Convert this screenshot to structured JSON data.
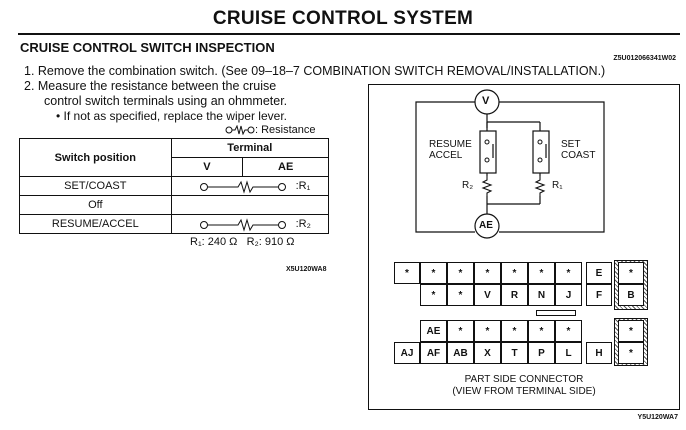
{
  "header": {
    "title": "CRUISE CONTROL SYSTEM",
    "section": "CRUISE CONTROL SWITCH INSPECTION",
    "code": "Z5U012066341W02"
  },
  "steps": [
    "1. Remove the combination switch. (See 09–18–7 COMBINATION SWITCH REMOVAL/INSTALLATION.)",
    "2. Measure the resistance between the cruise",
    "control switch terminals using an ohmmeter.",
    "• If not as specified, replace the wiper lever."
  ],
  "table": {
    "resistance_legend": ": Resistance",
    "header_position": "Switch position",
    "header_terminal": "Terminal",
    "col_v": "V",
    "col_ae": "AE",
    "rows": [
      {
        "position": "SET/COAST",
        "label": ":R₁",
        "connected": true
      },
      {
        "position": "Off",
        "label": "",
        "connected": false
      },
      {
        "position": "RESUME/ACCEL",
        "label": ":R₂",
        "connected": true
      }
    ],
    "values": "R₁: 240 Ω   R₂: 910 Ω",
    "code": "X5U120WA8"
  },
  "circuit": {
    "v": "V",
    "ae": "AE",
    "resume": "RESUME",
    "accel": "ACCEL",
    "set": "SET",
    "coast": "COAST",
    "r1": "R₁",
    "r2": "R₂"
  },
  "connector": {
    "row1": [
      "*",
      "*",
      "*",
      "*",
      "*",
      "*",
      "*",
      "E",
      "*"
    ],
    "row2": [
      "*",
      "*",
      "V",
      "R",
      "N",
      "J",
      "F",
      "B"
    ],
    "row3": [
      "AE",
      "*",
      "*",
      "*",
      "*",
      "*",
      "*"
    ],
    "row4": [
      "AJ",
      "AF",
      "AB",
      "X",
      "T",
      "P",
      "L",
      "H",
      "*"
    ],
    "caption1": "PART SIDE CONNECTOR",
    "caption2": "(VIEW FROM TERMINAL SIDE)",
    "code": "Y5U120WA7"
  }
}
